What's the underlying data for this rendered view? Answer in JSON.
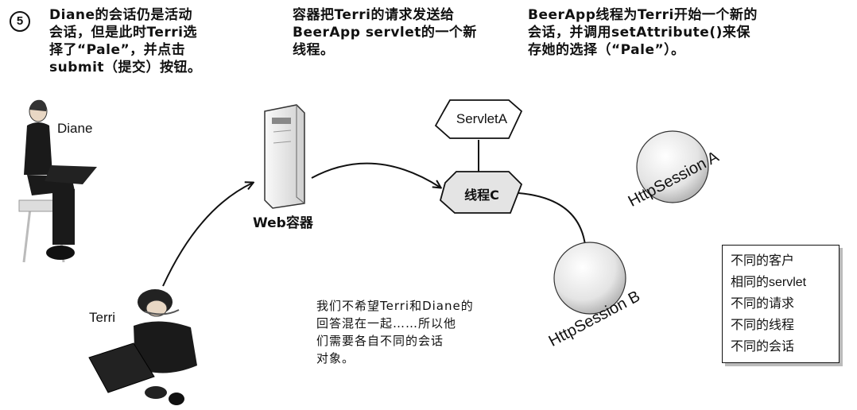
{
  "step": {
    "number": "5",
    "caption_lines": [
      "Diane的会话仍是活动",
      "会话，但是此时Terri选",
      "择了“Pale”，并点击",
      "submit（提交）按钮。"
    ]
  },
  "container_caption": {
    "lines": [
      "容器把Terri的请求发送给",
      "BeerApp servlet的一个新",
      "线程。"
    ]
  },
  "thread_caption": {
    "lines": [
      "BeerApp线程为Terri开始一个新的",
      "会话，并调用setAttribute()来保",
      "存她的选择（“Pale”）。"
    ]
  },
  "people": {
    "diane": "Diane",
    "terri": "Terri"
  },
  "nodes": {
    "web_container": "Web容器",
    "servlet": "ServletA",
    "thread": "线程C",
    "session_a": "HttpSession A",
    "session_b": "HttpSession B"
  },
  "note": {
    "lines": [
      "我们不希望Terri和Diane的",
      "回答混在一起……所以他",
      "们需要各自不同的会话",
      "对象。"
    ]
  },
  "summary": {
    "lines": [
      "不同的客户",
      "相同的servlet",
      "不同的请求",
      "不同的线程",
      "不同的会话"
    ]
  }
}
